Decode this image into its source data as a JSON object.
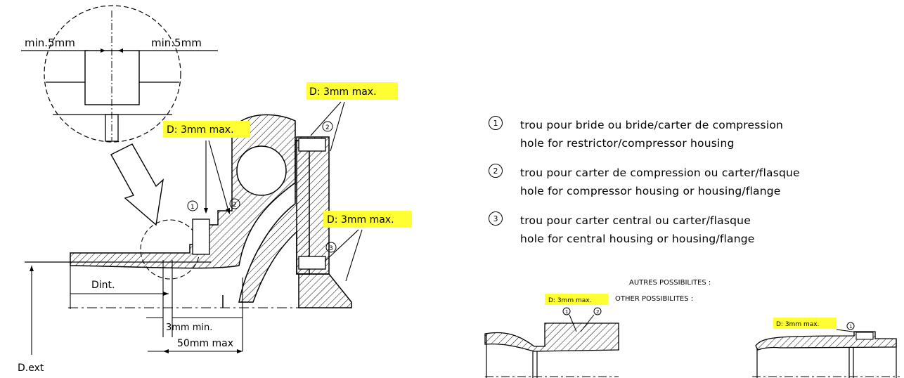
{
  "labels": {
    "min_left": "min.5mm",
    "min_right": "min.5mm",
    "d_max_1": "D: 3mm max.",
    "d_max_2": "D: 3mm max.",
    "d_max_3": "D: 3mm max.",
    "d_int": "Dint.",
    "d_ext": "D.ext",
    "three_min": "3mm min.",
    "fifty_max": "50mm max",
    "n1": "1",
    "n2": "2",
    "n3": "3"
  },
  "legend": [
    {
      "num": "1",
      "fr": "trou pour bride ou bride/carter de compression",
      "en": "hole for restrictor/compressor housing"
    },
    {
      "num": "2",
      "fr": "trou pour carter de compression ou carter/flasque",
      "en": "hole for compressor housing or housing/flange"
    },
    {
      "num": "3",
      "fr": "trou pour carter central ou carter/flasque",
      "en": "hole for central housing or housing/flange"
    }
  ],
  "other": {
    "fr": "AUTRES POSSIBILITES :",
    "en": "OTHER POSSIBILITES :",
    "d_max_a": "D: 3mm max.",
    "d_max_b": "D: 3mm max.",
    "na1": "1",
    "na2": "2",
    "nb1": "1"
  },
  "colors": {
    "highlight": "#ffff33",
    "line": "#000000"
  }
}
